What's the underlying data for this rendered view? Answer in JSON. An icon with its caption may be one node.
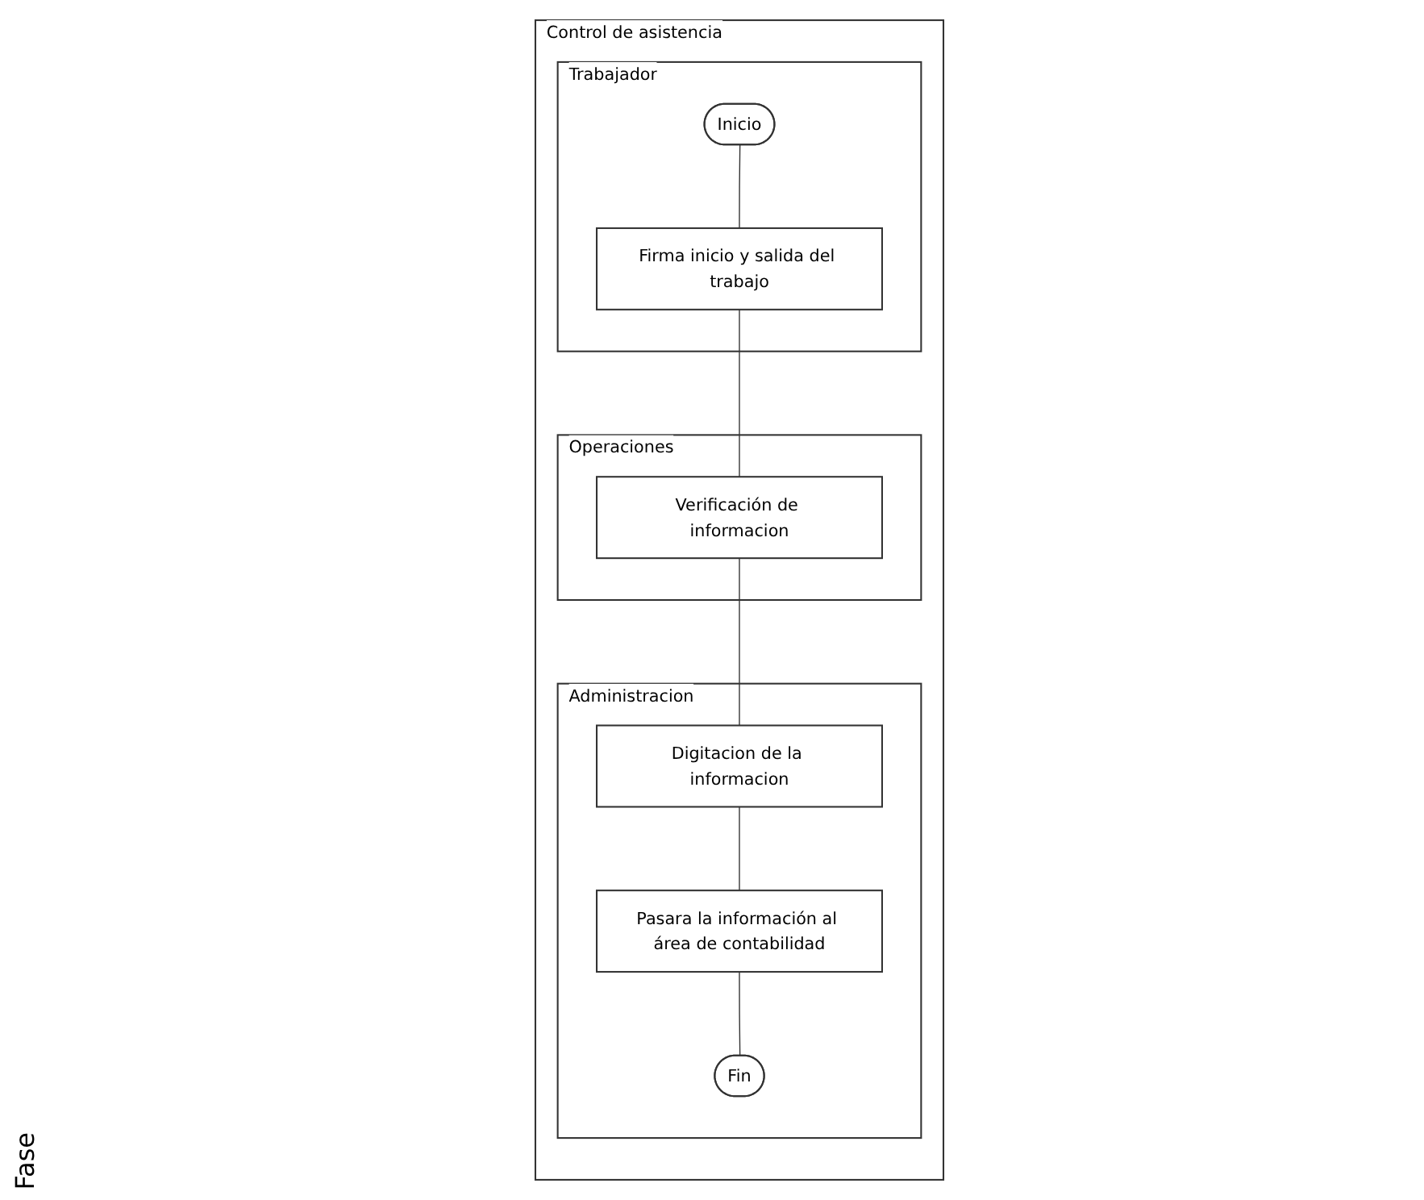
{
  "diagram": {
    "nodes": [
      {
        "text": [
          "Control de asistencia"
        ]
      },
      {
        "text": [
          "Trabajador"
        ],
        "in": 0
      },
      {
        "text": [
          "Operaciones"
        ],
        "in": 0
      },
      {
        "text": [
          "Administracion"
        ],
        "in": 0
      },
      {
        "text": [
          "Inicio"
        ],
        "in": 1
      },
      {
        "text": [
          "Firma inicio y salida del trabajo"
        ],
        "in": 1
      },
      {
        "text": [
          "Verificación de informacion"
        ],
        "in": 2
      },
      {
        "text": [
          "Digitacion de la informacion"
        ],
        "in": 3
      },
      {
        "text": [
          "Pasara la información al área de contabilidad"
        ],
        "in": 3
      },
      {
        "text": [
          "Fin"
        ],
        "in": 3
      }
    ],
    "edges": [
      {
        "from": 4,
        "to": 5,
        "arrow": "none"
      },
      {
        "from": 5,
        "to": 6,
        "arrow": "none"
      },
      {
        "from": 6,
        "to": 7,
        "arrow": "none"
      },
      {
        "from": 7,
        "to": 8,
        "arrow": "none"
      },
      {
        "from": 8,
        "to": 9,
        "arrow": "none"
      }
    ],
    "labels": [
      "Fase"
    ]
  }
}
